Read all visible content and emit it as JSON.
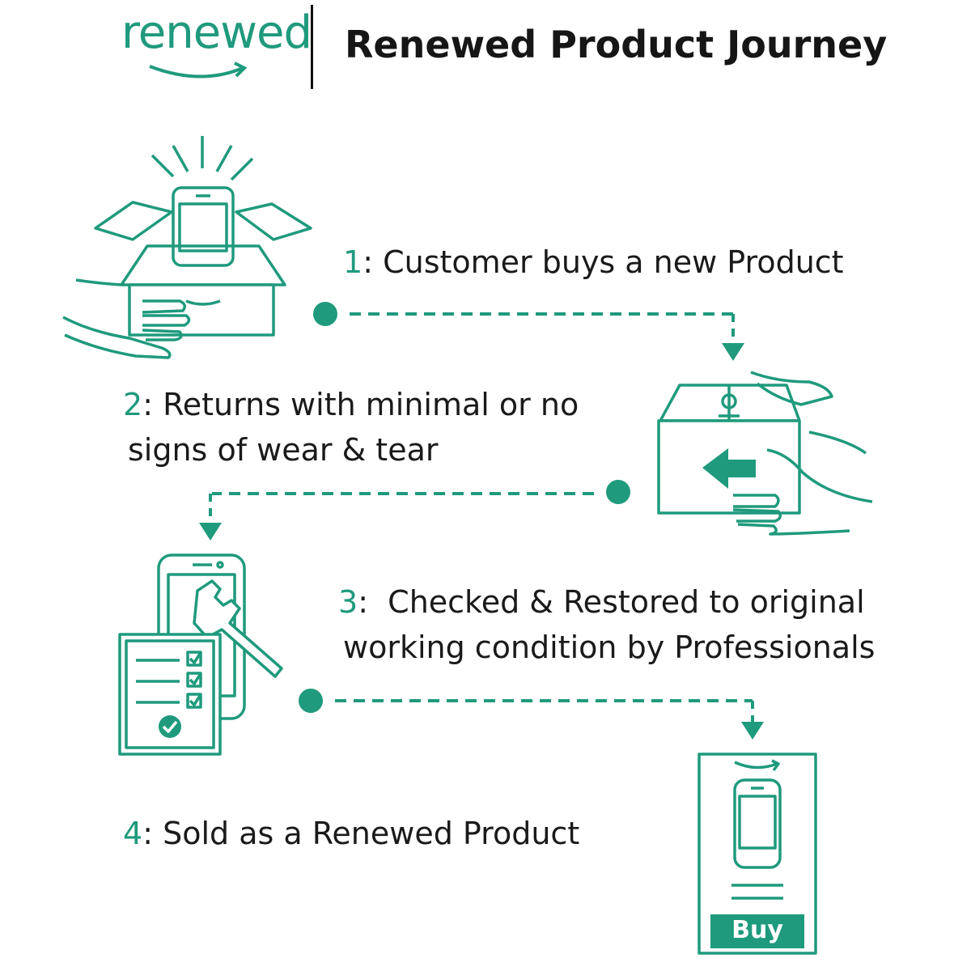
{
  "header": {
    "brand": "renewed",
    "title": "Renewed Product Journey"
  },
  "steps": [
    {
      "number": "1",
      "sep": ":",
      "line1": " Customer buys a new Product",
      "line2": ""
    },
    {
      "number": "2",
      "sep": ":",
      "line1": " Returns with minimal or no",
      "line2": "signs of wear & tear"
    },
    {
      "number": "3",
      "sep": ":",
      "line1": "  Checked & Restored to original",
      "line2": "working condition by Professionals"
    },
    {
      "number": "4",
      "sep": ":",
      "line1": " Sold as a Renewed Product",
      "line2": ""
    }
  ],
  "buy_label": "Buy",
  "colors": {
    "accent": "#1f9a7c",
    "text": "#1a1a1a"
  },
  "icons": [
    "smartphone-box-icon",
    "return-box-icon",
    "repair-checklist-icon",
    "buy-listing-icon"
  ]
}
